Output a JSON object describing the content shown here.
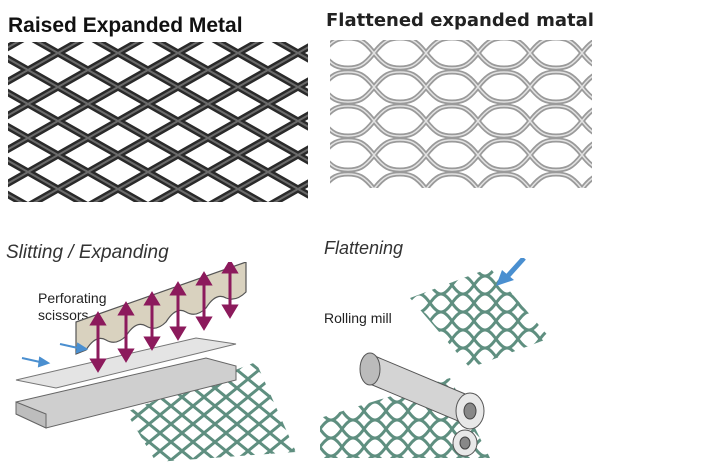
{
  "panels": {
    "raised": {
      "title": "Raised Expanded Metal"
    },
    "flattened": {
      "title": "Flattened expanded matal"
    },
    "slitting": {
      "title": "Slitting / Expanding",
      "label_line1": "Perforating",
      "label_line2": "scissors"
    },
    "flattening": {
      "title": "Flattening",
      "label": "Rolling mill"
    }
  },
  "colors": {
    "raised_mesh": "#2a2a2a",
    "flat_mesh": "#9a9a9a",
    "green_mesh": "#5f8f80",
    "arrow_magenta": "#8c1a5c",
    "arrow_blue": "#4a8fd0",
    "sheet": "#d8d8d8"
  }
}
